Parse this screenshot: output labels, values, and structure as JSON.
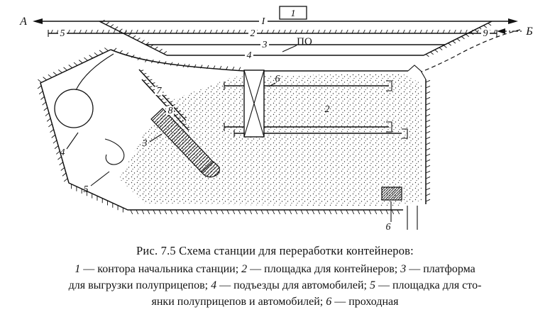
{
  "diagram": {
    "endpoints": {
      "left": "А",
      "right": "Б"
    },
    "tracks": {
      "main": "I",
      "t2": "2",
      "t3": "3",
      "t4": "4",
      "t5": "5",
      "t9": "9",
      "t6": "6",
      "t7": "7",
      "t8": "8",
      "po": "ПО"
    },
    "office_box": "1",
    "areas": {
      "container_area": "2",
      "platform": "3",
      "road": "4",
      "parking": "5",
      "gate": "6"
    }
  },
  "caption": {
    "title": "Рис. 7.5 Схема станции для переработки контейнеров:",
    "legend": {
      "l1n1": "1",
      "l1t1": " — контора начальника станции; ",
      "l1n2": "2",
      "l1t2": " — площадка для контейнеров; ",
      "l1n3": "3",
      "l1t3": " — платформа",
      "l2t0": "для выгрузки полуприцепов; ",
      "l2n1": "4",
      "l2t1": " — подъезды для автомобилей; ",
      "l2n2": "5",
      "l2t2": " — площадка для сто-",
      "l3t0": "янки полуприцепов и автомобилей; ",
      "l3n1": "6",
      "l3t1": " — проходная"
    }
  }
}
